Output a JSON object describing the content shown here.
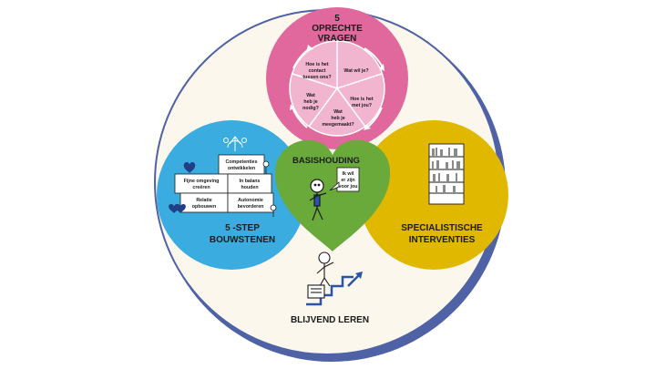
{
  "diagram": {
    "top": {
      "title_line1": "5",
      "title_line2": "OPRECHTE",
      "title_line3": "VRAGEN",
      "questions": [
        {
          "line1": "Hoe is het",
          "line2": "contact",
          "line3": "tussen ons?"
        },
        {
          "line1": "Wat wil je?",
          "line2": "",
          "line3": ""
        },
        {
          "line1": "Hoe is het",
          "line2": "met jou?",
          "line3": ""
        },
        {
          "line1": "Wat",
          "line2": "heb je",
          "line3": "meegemaakt?"
        },
        {
          "line1": "Wat",
          "line2": "heb je",
          "line3": "nodig?"
        }
      ]
    },
    "center": {
      "title": "BASISHOUDING",
      "bubble_line1": "Ik wil",
      "bubble_line2": "er zijn",
      "bubble_line3": "voor jou"
    },
    "left": {
      "title_line1": "5 -STEP",
      "title_line2": "BOUWSTENEN",
      "blocks": {
        "top_line1": "Competenties",
        "top_line2": "ontwikkelen",
        "mid_left_line1": "Fijne omgeving",
        "mid_left_line2": "creëren",
        "mid_right_line1": "In balans",
        "mid_right_line2": "houden",
        "bottom_left_line1": "Relatie",
        "bottom_left_line2": "opbouwen",
        "bottom_right_line1": "Autonomie",
        "bottom_right_line2": "bevorderen"
      }
    },
    "right": {
      "title_line1": "SPECIALISTISCHE",
      "title_line2": "INTERVENTIES"
    },
    "bottom": {
      "title": "BLIJVEND LEREN"
    },
    "colors": {
      "outer_ring": "#4f62a6",
      "background": "#fbf7ec",
      "pink": "#e0689d",
      "pink_light": "#f2b5cf",
      "blue": "#3aace0",
      "yellow": "#e1b800",
      "green": "#6aaa3a"
    }
  }
}
